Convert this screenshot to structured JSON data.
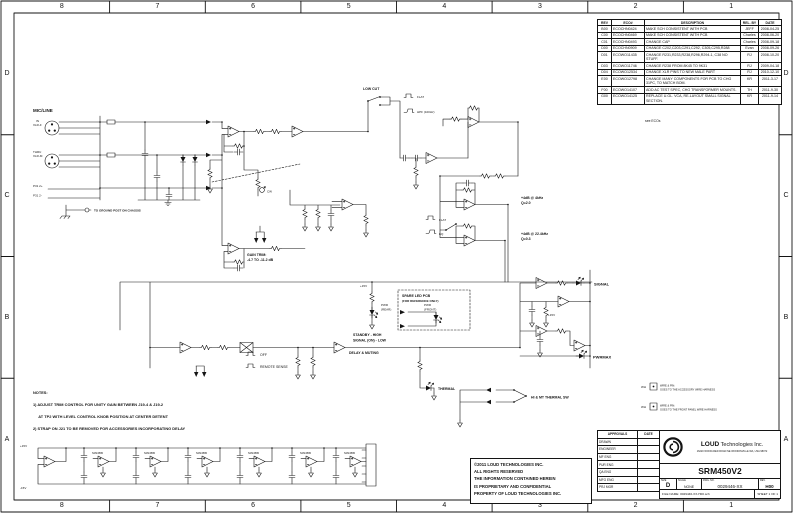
{
  "sheet": {
    "cols": [
      "8",
      "7",
      "6",
      "5",
      "4",
      "3",
      "2",
      "1"
    ],
    "rows": [
      "D",
      "C",
      "B",
      "A"
    ]
  },
  "revision_table": {
    "headers": [
      "REV",
      "ECO#",
      "DESCRIPTION",
      "REL. BY",
      "DATE"
    ],
    "rows": [
      [
        "B00",
        "ECOCHN0424",
        "MAKE SCH CONSISTENT WITH PCB",
        "JEFF",
        "2008-04-25"
      ],
      [
        "C00",
        "ECOCHN0469",
        "MAKE SCH CONSISTENT WITH PCB",
        "Charles",
        "2008-06-20"
      ],
      [
        "C01",
        "ECOCHN0493",
        "CHANGE CAP",
        "Charles",
        "2008-09-18"
      ],
      [
        "D00",
        "ECOCHN0909",
        "CHANGE C202,C203,C291,C292, C305,C295,R288",
        "Evan",
        "2008-09-26"
      ],
      [
        "D01",
        "ECOWO11435",
        "CHANGE R231,R233,R238,R296,R294-1, C38 NO STUFF.",
        "RJ",
        "2008-10-20"
      ],
      [
        "D03",
        "ECOWO11746",
        "CHANGE R238 FROM 8K45 TO 9K31",
        "RJ",
        "2009-04-18"
      ],
      [
        "D04",
        "ECOWO12534",
        "CHANGE XLR PINS TO NEW MALE PART",
        "RJ",
        "2010-12-10"
      ],
      [
        "E00",
        "ECOWO12798",
        "CHANGE MANY COMPONENTS FOR PCB TO CHG 31PC, TO MATCH BOM.",
        "KR",
        "2011-3-17"
      ],
      [
        "F00",
        "ECOWO14107",
        "ADD AC TEST SPEC, CHG TRANSFORMER MOUNTS.",
        "TH",
        "2011-9-30"
      ],
      [
        "G00",
        "ECOWO14125",
        "REPLACE U.GL. VCA, RE-LAYOUT SMALL SIGNAL SECTION.",
        "KR",
        "2011-9-14"
      ]
    ],
    "footnote": "see ECOs"
  },
  "approvals": {
    "header": "APPROVALS",
    "date_header": "DATE",
    "rows": [
      "DRAWN",
      "ENGINEER",
      "MF ENG",
      "PUR ENG",
      "QA ENG",
      "MFG ENG",
      "PRJ MGR"
    ]
  },
  "title_block": {
    "company": "Technologies Inc.",
    "company_bold": "LOUD",
    "address": "16220 WOOD-RED ROAD NE WOODINVILLE WA, USA 98072",
    "title": "SRM450V2",
    "size_label": "SIZE",
    "size": "D",
    "scale_label": "SCALE",
    "scale": "NONE",
    "dwg_label": "DWG. NO.",
    "dwg_no": "0029446-XX",
    "rev_label": "REV.",
    "rev": "H00",
    "file_label": "FILE NAME:",
    "file_name": "0029446-XX-H00.sch",
    "sheet_label": "SHEET",
    "sheet_value": "1 OF 1"
  },
  "copyright": {
    "lines": [
      "©2011 LOUD TECHNOLOGIES INC.",
      "ALL RIGHTS RESERVED",
      "THE INFORMATION CONTAINED HEREIN",
      "IS PROPRIETARY AND CONFIDENTIAL",
      "PROPERTY OF LOUD TECHNOLOGIES INC."
    ]
  },
  "notes": {
    "heading": "NOTES:",
    "lines": [
      "1) ADJUST TRIM CONTROL FOR UNITY GAIN BETWEEN J19-4 & J19-2",
      "     AT TP2 WITH LEVEL CONTROL KNOB POSITION AT CENTER DETENT",
      "2) STRAP ON J21 TO BE REMOVED FOR ACCESSORIES INCORPORATING DELAY"
    ]
  },
  "labels": {
    "mic_line": "MIC/LINE",
    "in": "IN",
    "xlr_f": "XLR-F",
    "thru": "THRU",
    "xlr_m": "XLR-M",
    "p31p": "P31 2+",
    "p31m": "P31 2-",
    "gnd_post": "TO GROUND POST ON CHASSIS",
    "low_cut": "LOW CUT",
    "flat": "FLAT",
    "hpf": "HPF (100Hz)",
    "eq": "EQ",
    "gain_trim1": "GAIN TRIM:",
    "gain_trim2": "-4.7 TO -11.2 dB",
    "cw": "CW",
    "eq1a": "+4dB @ 4kHz",
    "eq1b": "Q=2.0",
    "eq2a": "+4dB @ 22.4kHz",
    "eq2b": "Q=0.3",
    "spare1": "SPARE LED PCB",
    "spare2": "(FOR REFERENCE ONLY)",
    "pwr": "PWR",
    "rear": "(REAR)",
    "front": "(FRONT)",
    "standby": "STANDBY - HIGH",
    "signal_on": "SIGNAL (ON) - LOW",
    "off": "OFF",
    "remote": "REMOTE SENSE",
    "delay": "DELAY & MUTING",
    "thermal": "THERMAL",
    "signal": "SIGNAL",
    "pwrmax": "PWRMAX",
    "thermal_sw": "HI & MT THERMAL SW",
    "p15": "+15V",
    "m15": "-15V",
    "opamp": "NJM4580",
    "wh": "WH",
    "h1a": "WIRE & PIN:",
    "h1b": "GOES TO THE ACCESSORY WIRE HARNESS",
    "h2a": "WIRE & PIN:",
    "h2b": "GOES TO THE FRONT PANEL WIRE HARNESS"
  }
}
